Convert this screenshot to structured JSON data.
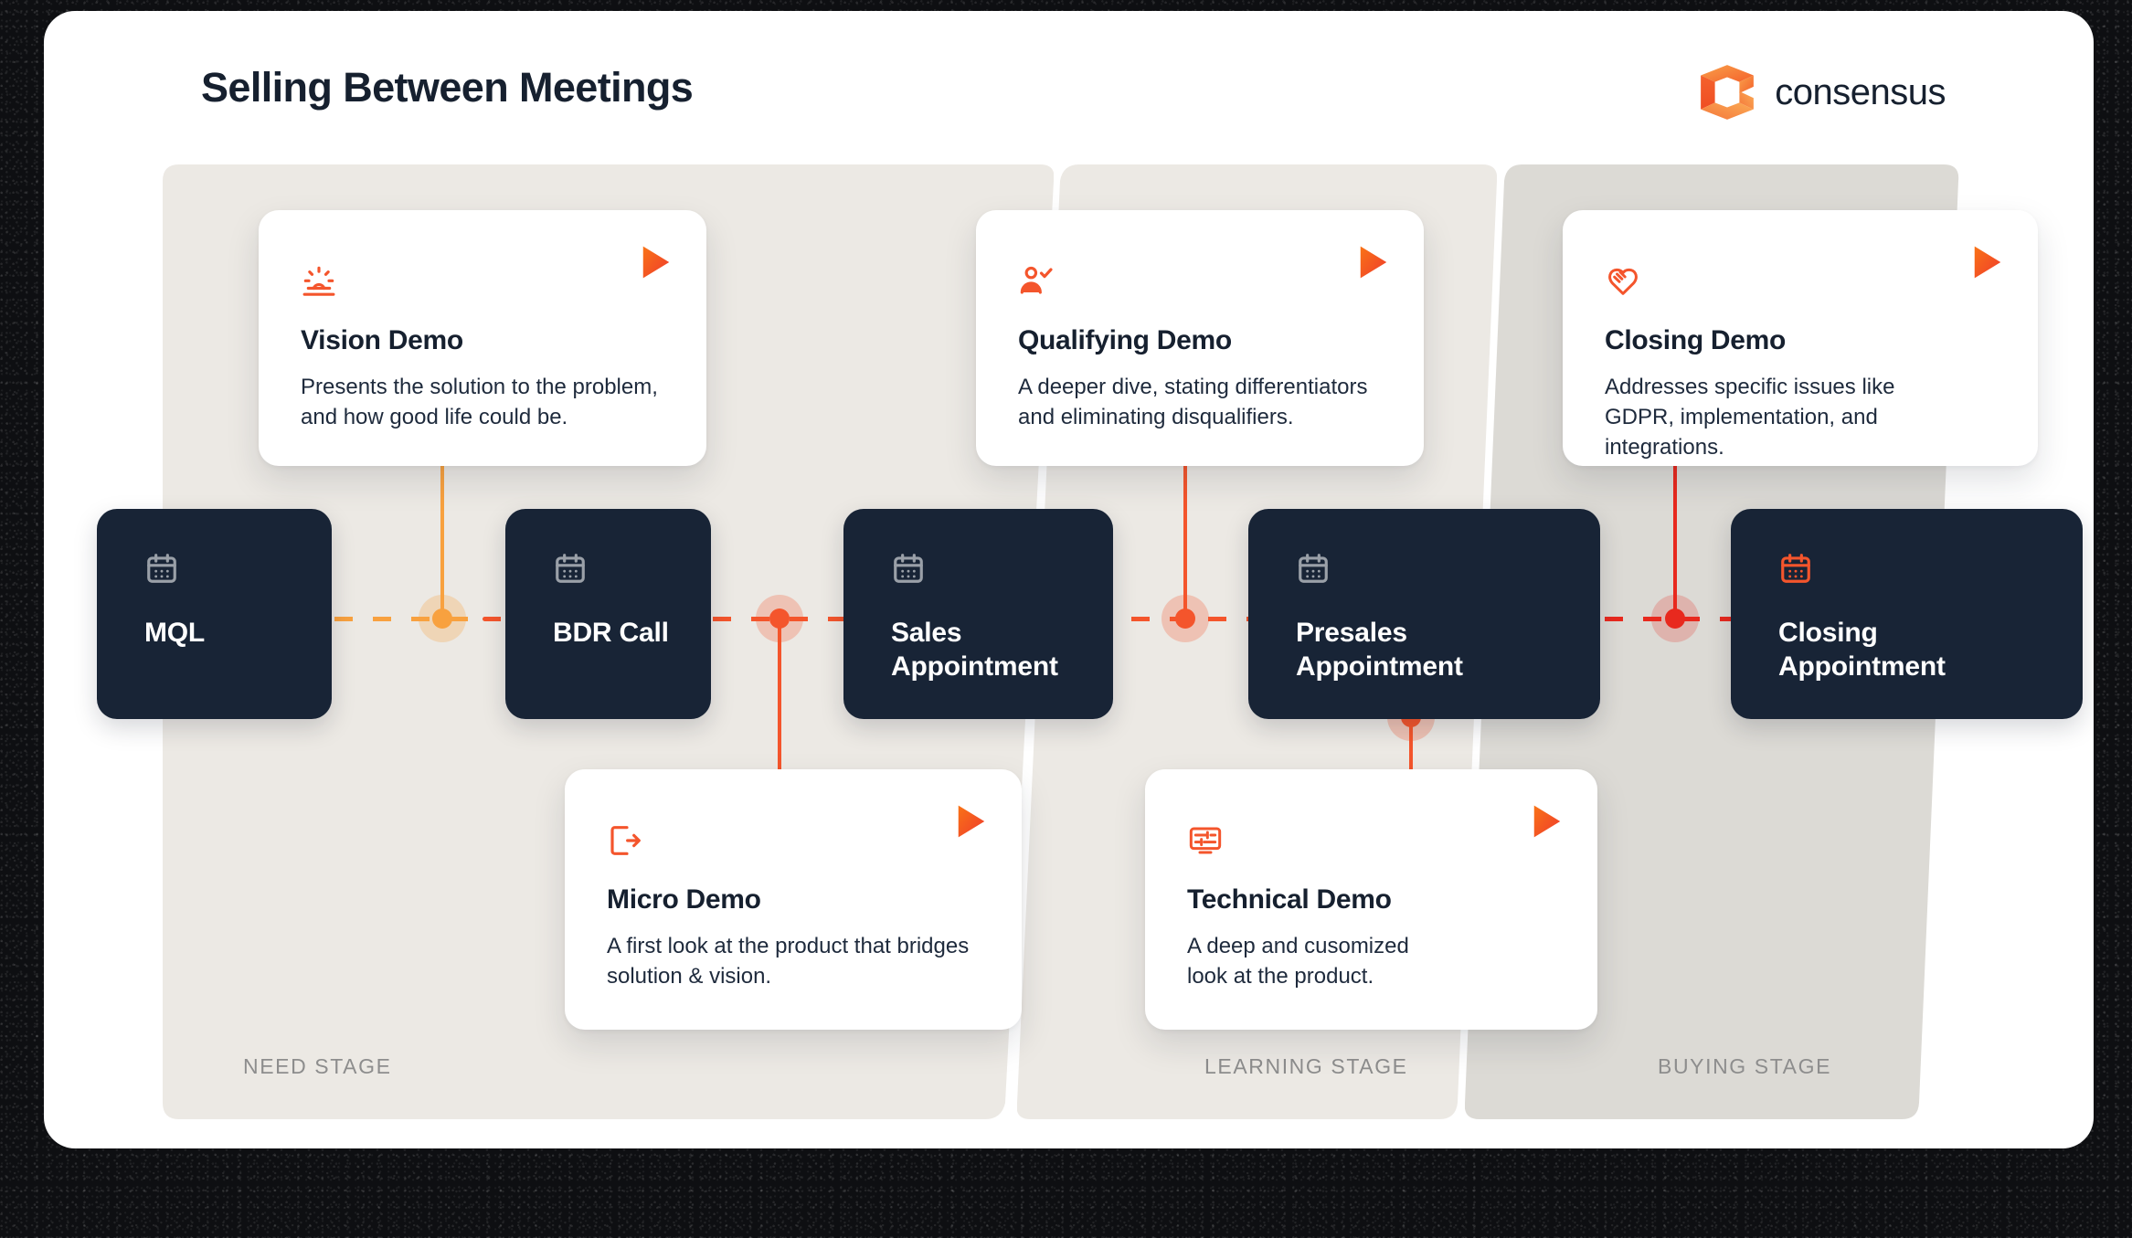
{
  "header": {
    "title": "Selling Between Meetings",
    "brand_name": "consensus",
    "brand_icon": "consensus-cube-logo"
  },
  "colors": {
    "canvas": "#ffffff",
    "backdrop": "#0e0f12",
    "node_bg": "#182436",
    "node_text": "#ffffff",
    "node_icon_gray": "#9aa0a8",
    "node_icon_accent": "#f4552c",
    "card_title": "#16202f",
    "card_text": "#1e2a3c",
    "stage_fill_1": "#ece9e4",
    "stage_fill_2": "#ece9e4",
    "stage_fill_3": "#dcdad5",
    "stage_label": "#8d8d8d",
    "accent_amber": "#f8a13f",
    "accent_orange": "#f4552c",
    "accent_red": "#e8291e",
    "play_gradient_from": "#f97316",
    "play_gradient_to": "#ef3b2d"
  },
  "stages": [
    {
      "id": "need",
      "label": "NEED STAGE",
      "fill": "#ece9e4"
    },
    {
      "id": "learning",
      "label": "LEARNING STAGE",
      "fill": "#ece9e4"
    },
    {
      "id": "buying",
      "label": "BUYING STAGE",
      "fill": "#dcdad5"
    }
  ],
  "timeline_nodes": [
    {
      "id": "mql",
      "label": "MQL",
      "icon": "calendar-icon",
      "icon_color": "#9aa0a8"
    },
    {
      "id": "bdr-call",
      "label": "BDR Call",
      "icon": "calendar-icon",
      "icon_color": "#9aa0a8"
    },
    {
      "id": "sales-appointment",
      "label": "Sales\nAppointment",
      "icon": "calendar-icon",
      "icon_color": "#9aa0a8"
    },
    {
      "id": "presales-appointment",
      "label": "Presales\nAppointment",
      "icon": "calendar-icon",
      "icon_color": "#9aa0a8"
    },
    {
      "id": "closing-appointment",
      "label": "Closing\nAppointment",
      "icon": "calendar-icon",
      "icon_color": "#f4552c"
    }
  ],
  "demo_cards": [
    {
      "id": "vision-demo",
      "title": "Vision Demo",
      "description": "Presents the solution to the problem,\nand how good life could be.",
      "icon": "sunrise-icon",
      "play_label": "play-demo"
    },
    {
      "id": "qualifying-demo",
      "title": "Qualifying Demo",
      "description": "A deeper dive, stating differentiators\nand eliminating disqualifiers.",
      "icon": "user-check-icon",
      "play_label": "play-demo"
    },
    {
      "id": "closing-demo",
      "title": "Closing Demo",
      "description": "Addresses specific issues like\nGDPR, implementation, and integrations.",
      "icon": "handshake-icon",
      "play_label": "play-demo"
    },
    {
      "id": "micro-demo",
      "title": "Micro Demo",
      "description": "A first look at the product that bridges\nsolution & vision.",
      "icon": "arrow-exit-icon",
      "play_label": "play-demo"
    },
    {
      "id": "technical-demo",
      "title": "Technical Demo",
      "description": "A deep and cusomized\nlook at the product.",
      "icon": "settings-sliders-icon",
      "play_label": "play-demo"
    }
  ],
  "connectors": [
    {
      "id": "vision-connector",
      "color": "#f8a13f"
    },
    {
      "id": "micro-connector",
      "color": "#f4552c"
    },
    {
      "id": "qualifying-connector",
      "color": "#f4552c"
    },
    {
      "id": "technical-connector",
      "color": "#f4552c"
    },
    {
      "id": "closing-connector",
      "color": "#e8291e"
    }
  ]
}
